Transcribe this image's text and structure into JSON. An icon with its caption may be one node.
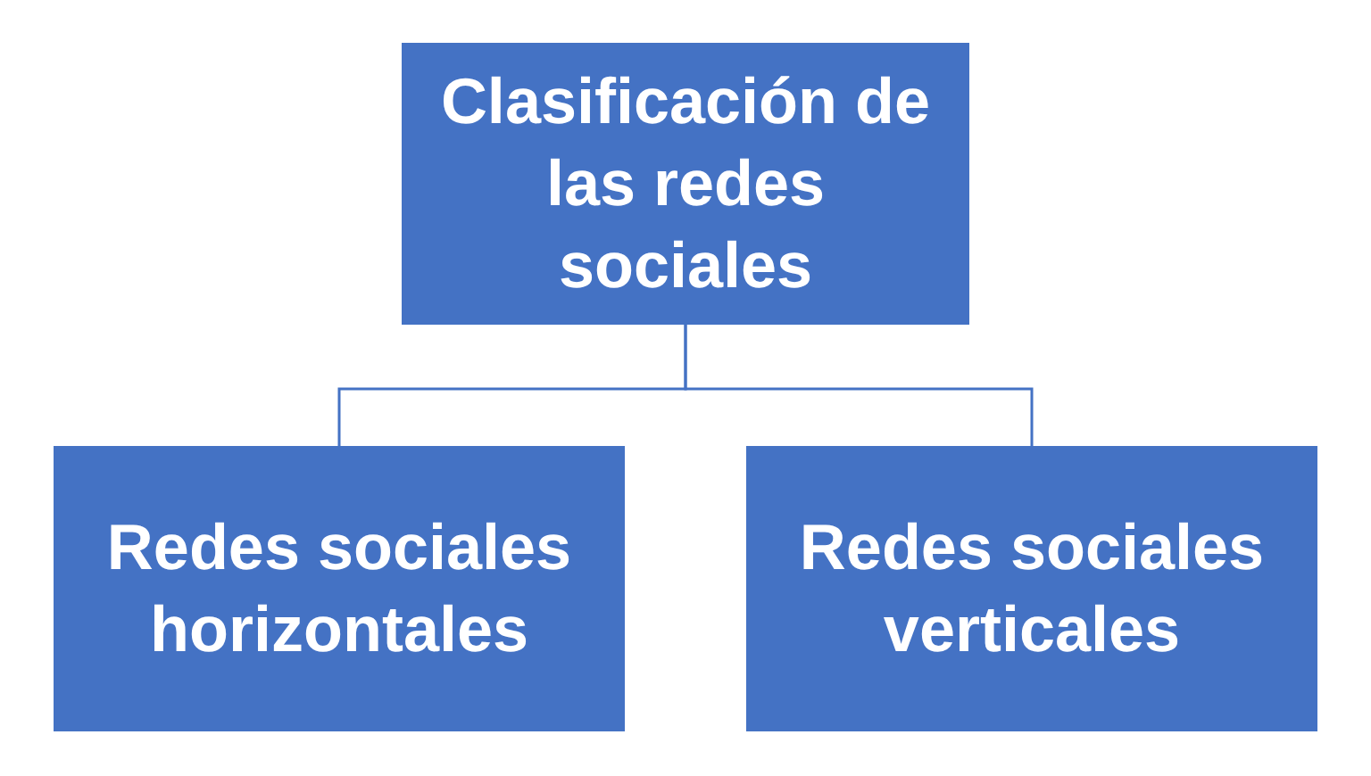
{
  "diagram": {
    "nodes": [
      {
        "text": [
          "Clasificación de las redes sociales"
        ]
      },
      {
        "text": [
          "Redes sociales horizontales"
        ]
      },
      {
        "text": [
          "Redes sociales verticales"
        ]
      }
    ],
    "edges": [
      {
        "from": 0,
        "to": 1,
        "arrow": "none"
      },
      {
        "from": 0,
        "to": 2,
        "arrow": "none"
      }
    ]
  }
}
